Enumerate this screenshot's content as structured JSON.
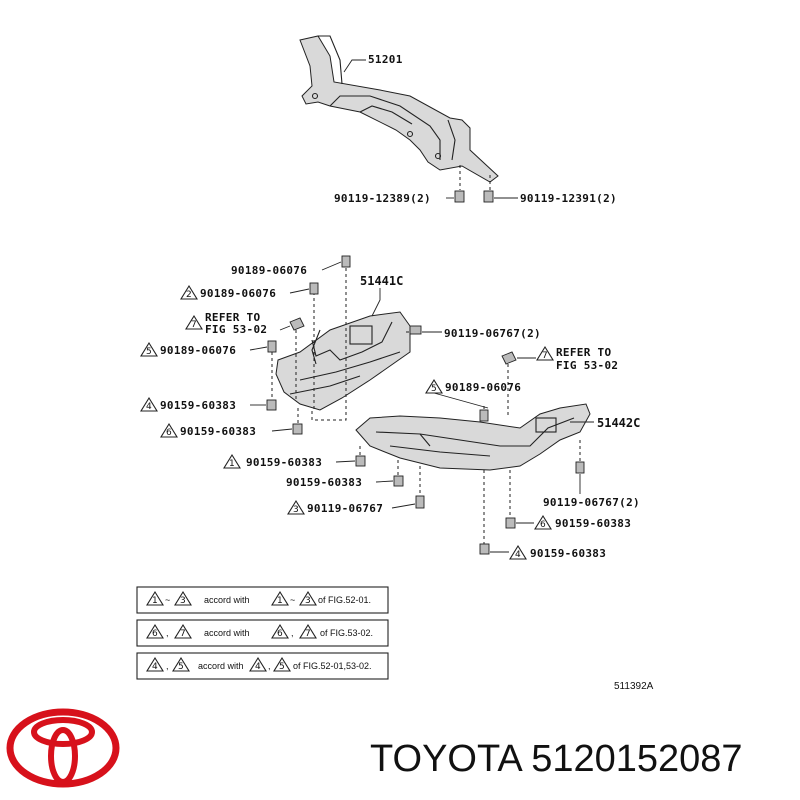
{
  "labels": {
    "p51201": "51201",
    "bolt_12389": "90119-12389(2)",
    "bolt_12391": "90119-12391(2)",
    "top_06076": "90189-06076",
    "p51441c": "51441C",
    "l2_06076": "90189-06076",
    "refer1_a": "REFER TO",
    "refer1_b": "FIG 53-02",
    "bolt_06767_r": "90119-06767(2)",
    "l5_06076": "90189-06076",
    "refer2_a": "REFER TO",
    "refer2_b": "FIG 53-02",
    "r5_06076": "90189-06076",
    "l4_60383": "90159-60383",
    "p51442c": "51442C",
    "l6_60383": "90159-60383",
    "l1_60383": "90159-60383",
    "m_60383": "90159-60383",
    "r_06767": "90119-06767(2)",
    "l3_06767": "90119-06767",
    "r6_60383": "90159-60383",
    "r4_60383": "90159-60383"
  },
  "triangles": {
    "t2": "2",
    "t7a": "7",
    "t5a": "5",
    "t4a": "4",
    "t6a": "6",
    "t7b": "7",
    "t5b": "5",
    "t1": "1",
    "t3": "3",
    "t6b": "6",
    "t4b": "4"
  },
  "notes": {
    "row1": {
      "a": "1",
      "b": "3",
      "text": "accord with",
      "c": "1",
      "d": "3",
      "ref": "of FIG.52-01."
    },
    "row2": {
      "a": "6",
      "b": "7",
      "text": "accord with",
      "c": "6",
      "d": "7",
      "ref": "of FIG.53-02."
    },
    "row3": {
      "a": "4",
      "b": "5",
      "text": "accord with",
      "c": "4",
      "d": "5",
      "ref": "of FIG.52-01,53-02."
    }
  },
  "diagram_code": "511392A",
  "brand": {
    "name": "TOYOTA",
    "part_number": "5120152087",
    "logo_color": "#d7111b"
  }
}
